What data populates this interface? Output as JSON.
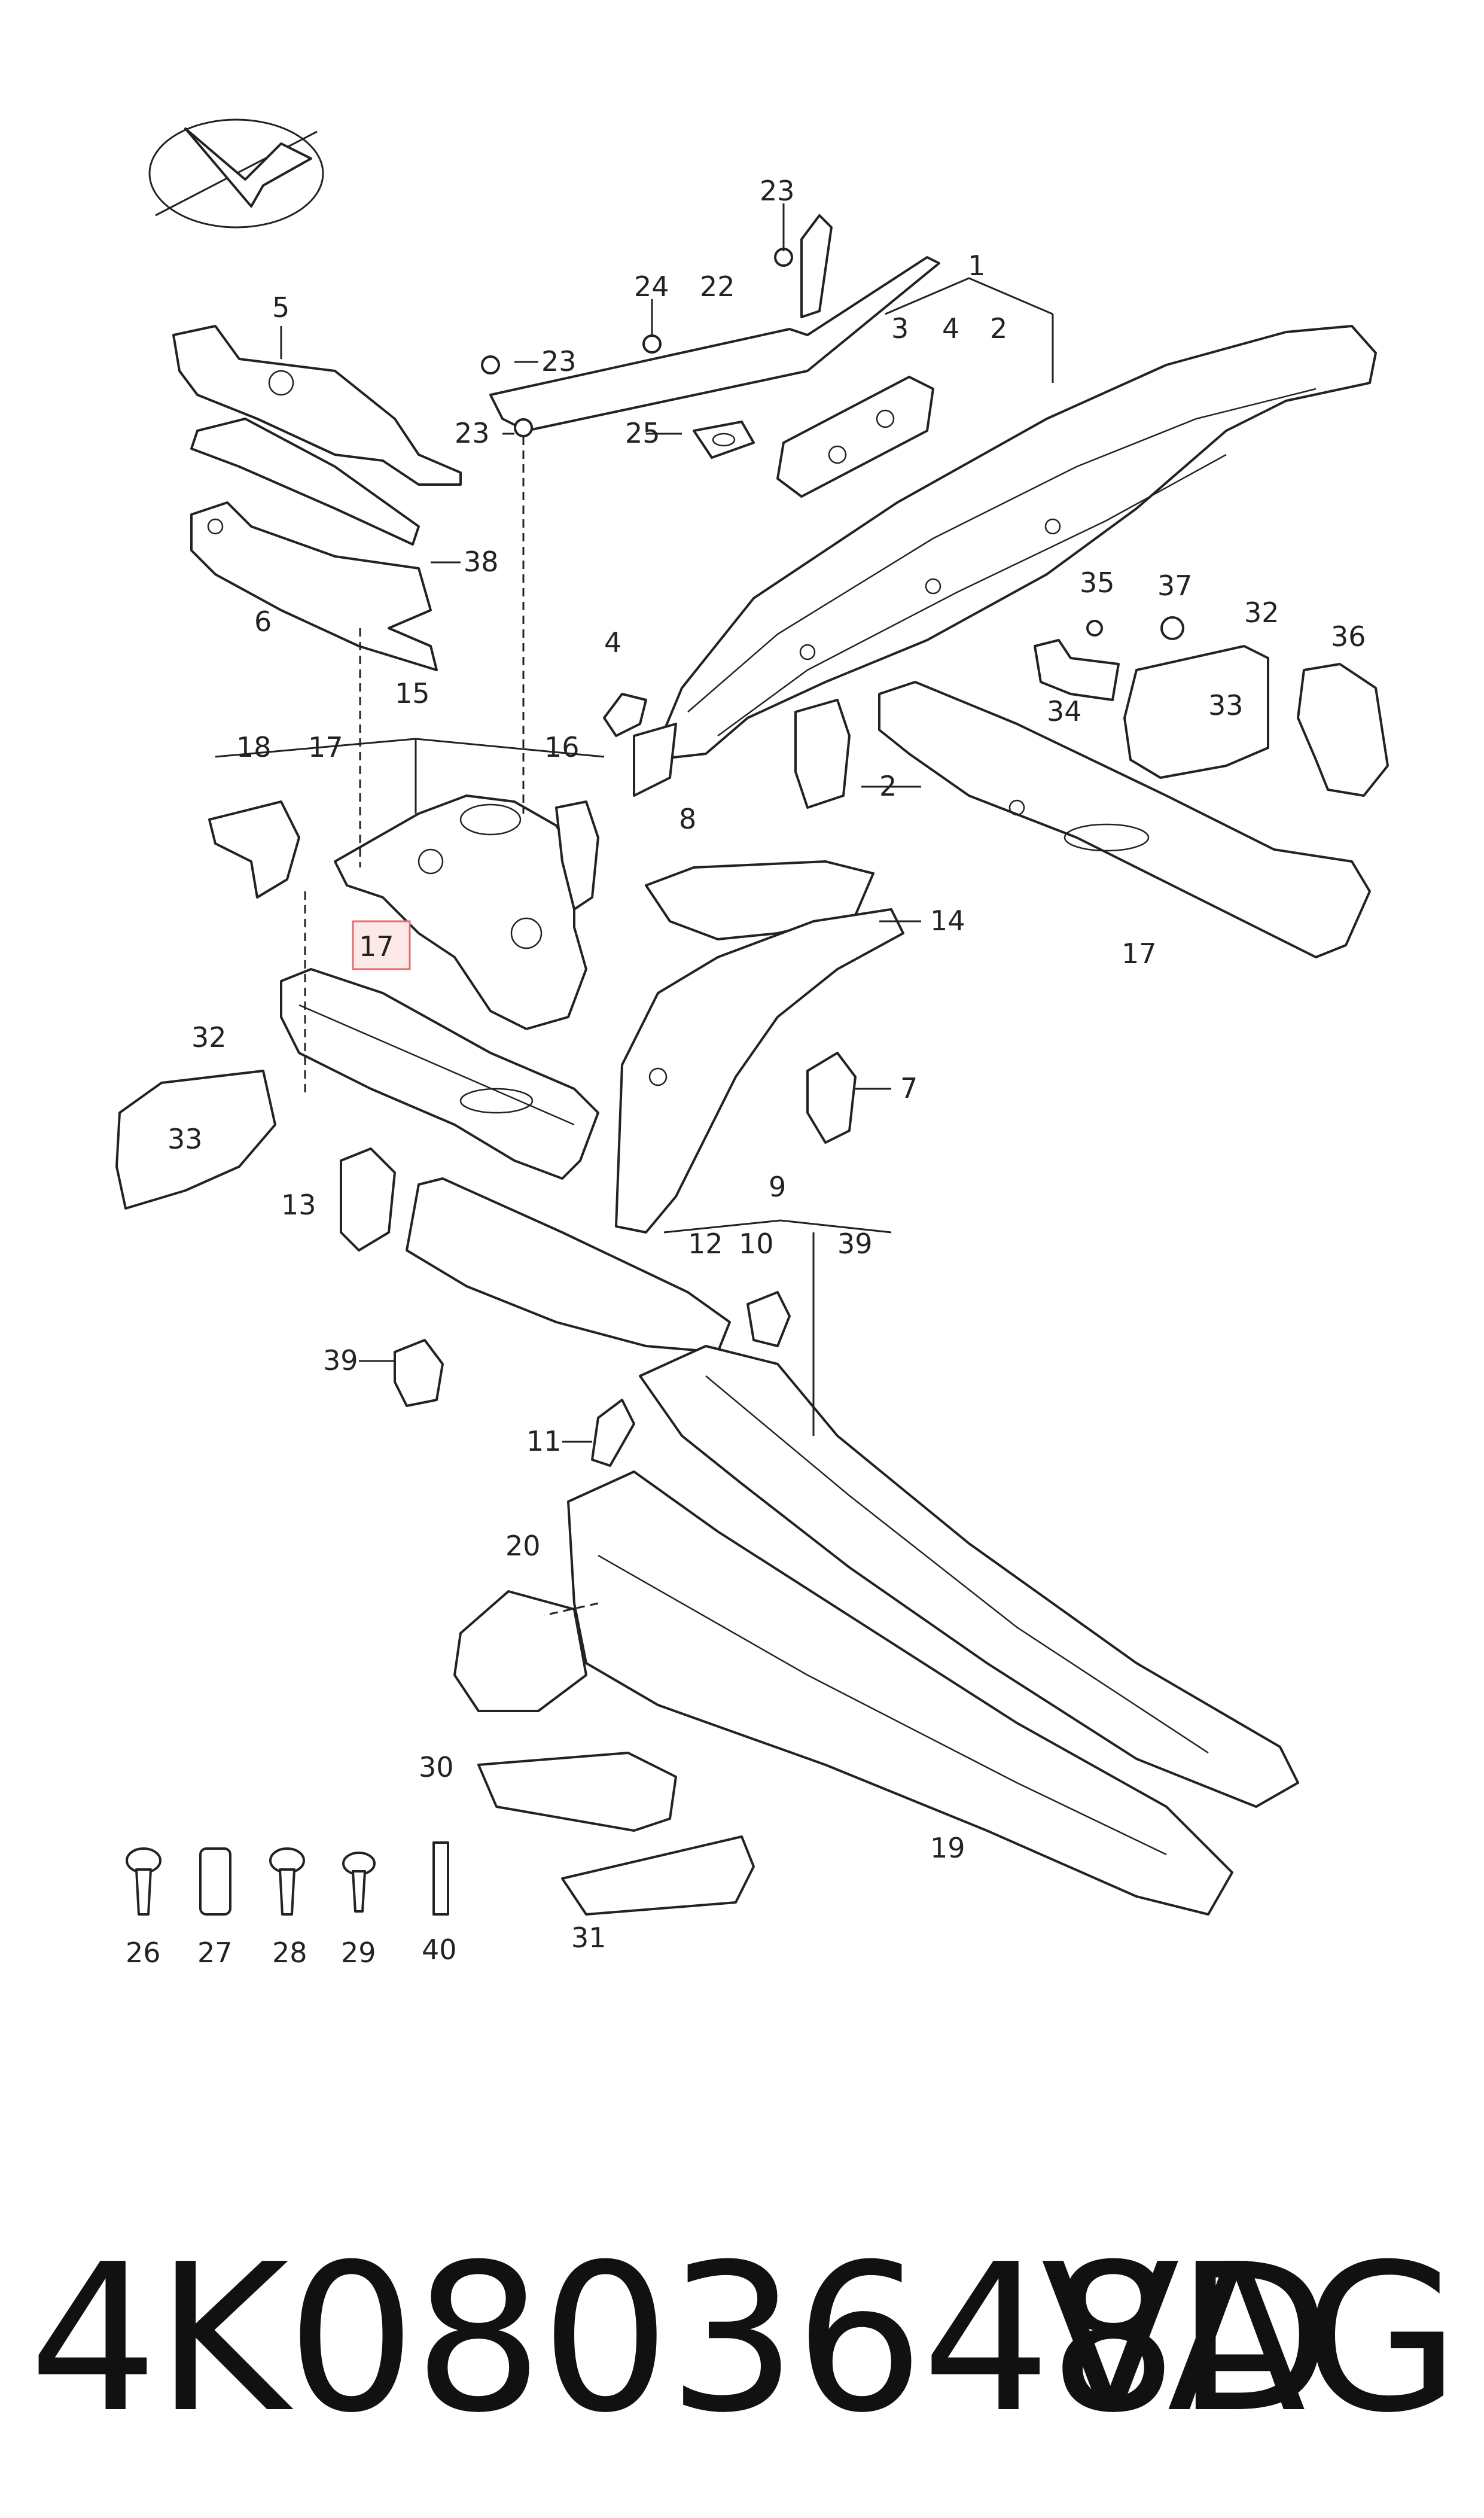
{
  "diagram": {
    "callouts": [
      "1",
      "2",
      "3",
      "4",
      "2",
      "5",
      "22",
      "23",
      "24",
      "23",
      "23",
      "25",
      "6",
      "38",
      "4",
      "2",
      "15",
      "18",
      "17",
      "16",
      "17",
      "8",
      "14",
      "7",
      "35",
      "37",
      "32",
      "36",
      "34",
      "33",
      "17",
      "32",
      "33",
      "13",
      "9",
      "12",
      "10",
      "39",
      "39",
      "11",
      "20",
      "19",
      "30",
      "31",
      "26",
      "27",
      "28",
      "29",
      "40"
    ]
  },
  "footer": {
    "part_number": "4K0803648D",
    "brand": "VAG"
  }
}
